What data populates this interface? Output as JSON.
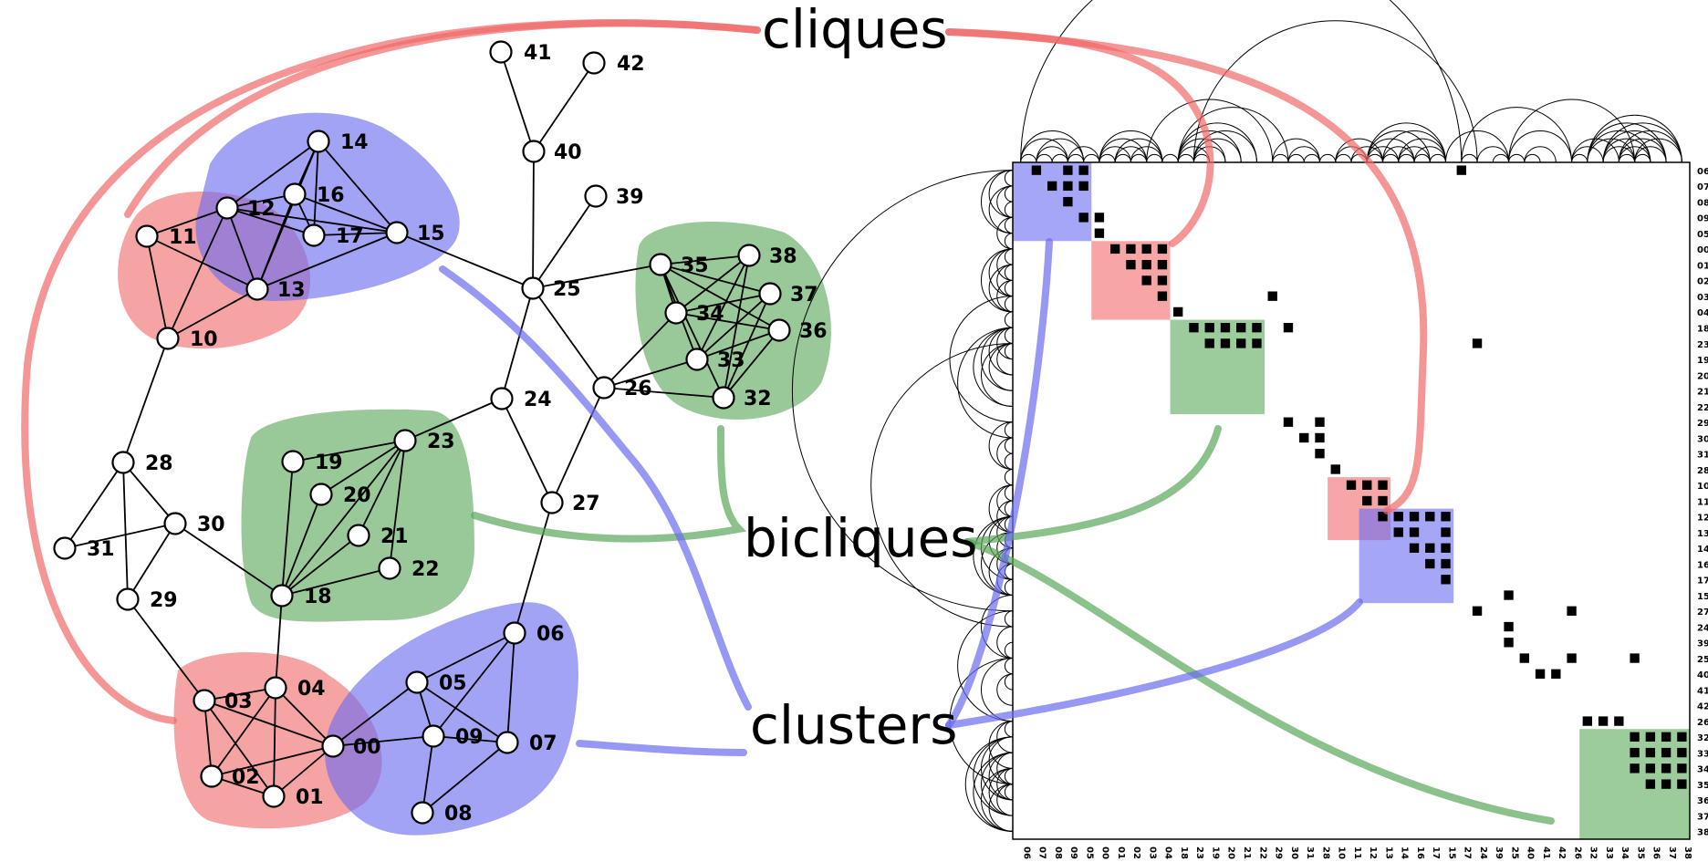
{
  "colors": {
    "clique": "#f06a6a",
    "cluster": "#6b6bf0",
    "biclique": "#5aa85a"
  },
  "category_labels": {
    "cliques": "cliques",
    "bicliques": "bicliques",
    "clusters": "clusters"
  },
  "nodes": [
    "00",
    "01",
    "02",
    "03",
    "04",
    "05",
    "06",
    "07",
    "08",
    "09",
    "10",
    "11",
    "12",
    "13",
    "14",
    "15",
    "16",
    "17",
    "18",
    "19",
    "20",
    "21",
    "22",
    "23",
    "24",
    "25",
    "26",
    "27",
    "28",
    "29",
    "30",
    "31",
    "32",
    "33",
    "34",
    "35",
    "36",
    "37",
    "38",
    "39",
    "40",
    "41",
    "42"
  ],
  "edges": [
    [
      "41",
      "40"
    ],
    [
      "42",
      "40"
    ],
    [
      "40",
      "25"
    ],
    [
      "39",
      "25"
    ],
    [
      "25",
      "15"
    ],
    [
      "25",
      "35"
    ],
    [
      "25",
      "26"
    ],
    [
      "25",
      "24"
    ],
    [
      "24",
      "23"
    ],
    [
      "24",
      "27"
    ],
    [
      "26",
      "34"
    ],
    [
      "26",
      "33"
    ],
    [
      "26",
      "32"
    ],
    [
      "26",
      "27"
    ],
    [
      "27",
      "06"
    ],
    [
      "35",
      "38"
    ],
    [
      "35",
      "37"
    ],
    [
      "35",
      "36"
    ],
    [
      "35",
      "34"
    ],
    [
      "35",
      "33"
    ],
    [
      "35",
      "32"
    ],
    [
      "34",
      "38"
    ],
    [
      "34",
      "37"
    ],
    [
      "34",
      "36"
    ],
    [
      "33",
      "38"
    ],
    [
      "33",
      "37"
    ],
    [
      "33",
      "36"
    ],
    [
      "32",
      "38"
    ],
    [
      "32",
      "37"
    ],
    [
      "32",
      "36"
    ],
    [
      "14",
      "12"
    ],
    [
      "14",
      "16"
    ],
    [
      "14",
      "17"
    ],
    [
      "14",
      "15"
    ],
    [
      "14",
      "13"
    ],
    [
      "12",
      "16"
    ],
    [
      "12",
      "17"
    ],
    [
      "12",
      "15"
    ],
    [
      "12",
      "13"
    ],
    [
      "12",
      "11"
    ],
    [
      "12",
      "10"
    ],
    [
      "16",
      "17"
    ],
    [
      "16",
      "15"
    ],
    [
      "16",
      "13"
    ],
    [
      "17",
      "15"
    ],
    [
      "13",
      "15"
    ],
    [
      "11",
      "13"
    ],
    [
      "11",
      "10"
    ],
    [
      "13",
      "10"
    ],
    [
      "10",
      "28"
    ],
    [
      "28",
      "31"
    ],
    [
      "28",
      "30"
    ],
    [
      "28",
      "29"
    ],
    [
      "31",
      "30"
    ],
    [
      "30",
      "29"
    ],
    [
      "30",
      "18"
    ],
    [
      "29",
      "03"
    ],
    [
      "23",
      "19"
    ],
    [
      "23",
      "20"
    ],
    [
      "23",
      "21"
    ],
    [
      "23",
      "22"
    ],
    [
      "23",
      "18"
    ],
    [
      "19",
      "18"
    ],
    [
      "20",
      "18"
    ],
    [
      "21",
      "18"
    ],
    [
      "22",
      "18"
    ],
    [
      "18",
      "04"
    ],
    [
      "03",
      "04"
    ],
    [
      "03",
      "00"
    ],
    [
      "03",
      "01"
    ],
    [
      "03",
      "02"
    ],
    [
      "04",
      "00"
    ],
    [
      "04",
      "01"
    ],
    [
      "04",
      "02"
    ],
    [
      "00",
      "01"
    ],
    [
      "00",
      "02"
    ],
    [
      "01",
      "02"
    ],
    [
      "00",
      "05"
    ],
    [
      "00",
      "09"
    ],
    [
      "05",
      "06"
    ],
    [
      "05",
      "09"
    ],
    [
      "05",
      "07"
    ],
    [
      "06",
      "09"
    ],
    [
      "06",
      "07"
    ],
    [
      "09",
      "07"
    ],
    [
      "09",
      "08"
    ],
    [
      "08",
      "07"
    ]
  ],
  "matrix": {
    "row_order": [
      "06",
      "07",
      "08",
      "09",
      "05",
      "00",
      "01",
      "02",
      "03",
      "04",
      "18",
      "23",
      "19",
      "20",
      "21",
      "22",
      "29",
      "30",
      "31",
      "28",
      "10",
      "11",
      "12",
      "13",
      "14",
      "16",
      "17",
      "15",
      "27",
      "24",
      "39",
      "25",
      "40",
      "41",
      "42",
      "26",
      "32",
      "33",
      "34",
      "35",
      "36",
      "37",
      "38"
    ],
    "col_order": [
      "06",
      "07",
      "08",
      "09",
      "05",
      "00",
      "01",
      "02",
      "03",
      "04",
      "18",
      "23",
      "19",
      "20",
      "21",
      "22",
      "29",
      "30",
      "31",
      "28",
      "10",
      "11",
      "12",
      "13",
      "14",
      "16",
      "17",
      "15",
      "27",
      "24",
      "39",
      "25",
      "40",
      "41",
      "42",
      "26",
      "32",
      "33",
      "34",
      "35",
      "36",
      "37",
      "38"
    ],
    "col_labels": [
      "06",
      "07",
      "08",
      "09",
      "05",
      "00",
      "01",
      "02",
      "03",
      "04",
      "18",
      "23",
      "19",
      "20",
      "21",
      "22",
      "29",
      "30",
      "31",
      "28",
      "10",
      "11",
      "12",
      "13",
      "14",
      "16",
      "17",
      "15",
      "27",
      "24",
      "39",
      "25",
      "40",
      "41",
      "42",
      "26",
      "32",
      "33",
      "34",
      "35",
      "36",
      "37",
      "38"
    ],
    "blocks": [
      {
        "kind": "cluster",
        "from": 0,
        "to": 5
      },
      {
        "kind": "clique",
        "from": 5,
        "to": 10
      },
      {
        "kind": "biclique",
        "from": 10,
        "to": 16
      },
      {
        "kind": "clique",
        "from": 20,
        "to": 24
      },
      {
        "kind": "cluster",
        "from": 22,
        "to": 28
      },
      {
        "kind": "biclique",
        "from": 36,
        "to": 43
      }
    ]
  }
}
